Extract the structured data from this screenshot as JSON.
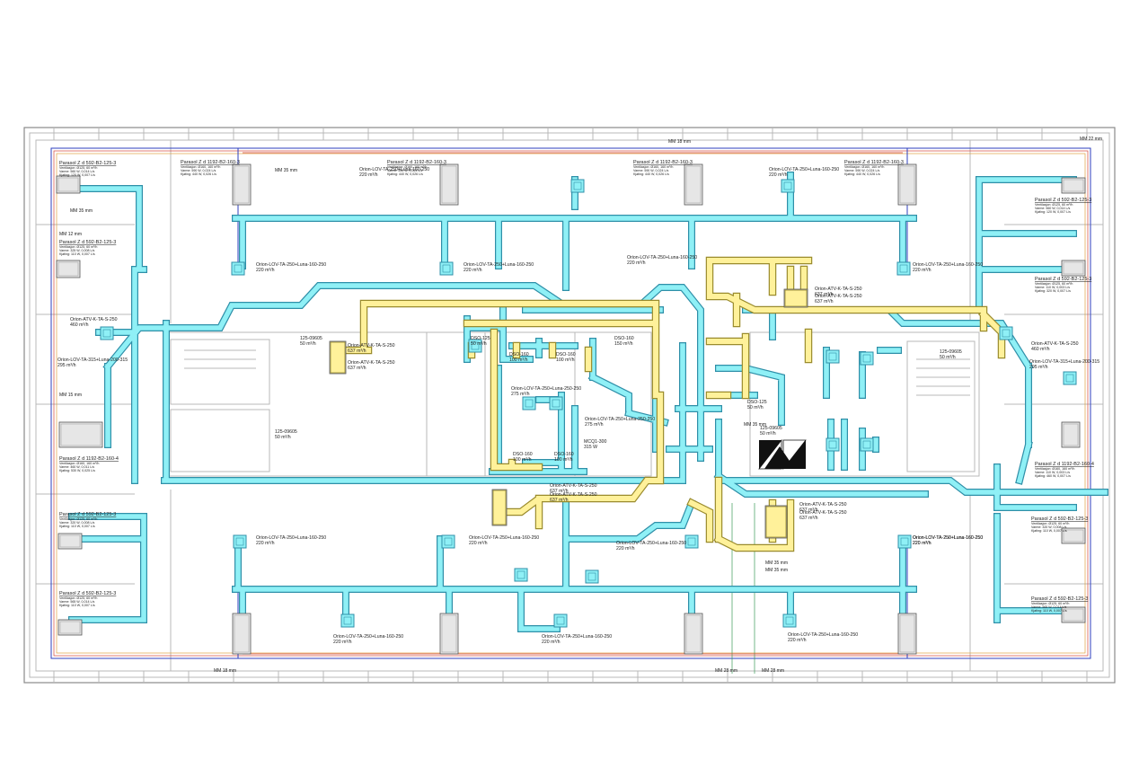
{
  "drawing": {
    "mm_labels": [
      {
        "id": "mm1",
        "text": "MM 18 mm"
      },
      {
        "id": "mm2",
        "text": "MM 22 mm"
      },
      {
        "id": "mm3",
        "text": "MM 35 mm"
      },
      {
        "id": "mm4",
        "text": "MM 35 mm"
      },
      {
        "id": "mm5",
        "text": "MM 12 mm"
      },
      {
        "id": "mm6",
        "text": "MM 15 mm"
      },
      {
        "id": "mm7",
        "text": "MM 35 mm"
      },
      {
        "id": "mm8",
        "text": "MM 35 mm"
      },
      {
        "id": "mm9",
        "text": "MM 18 mm"
      },
      {
        "id": "mm10",
        "text": "MM 28 mm"
      },
      {
        "id": "mm11",
        "text": "MM 28 mm"
      },
      {
        "id": "mm12",
        "text": "MM 35 mm"
      }
    ],
    "units": [
      {
        "id": "u1",
        "title": "Parasol Z d 592-B2-125-3",
        "lines": [
          "Ventilasjon: Ø125, 60 m³/h",
          "Varme: 560 W, 0,014 L/s",
          "Kjøling: 120 W, 0,007 L/s"
        ]
      },
      {
        "id": "u2",
        "title": "Parasol Z d 592-B2-125-3",
        "lines": [
          "Ventilasjon: Ø125, 60 m³/h",
          "Varme: 325 W, 0,008 L/s",
          "Kjøling: 110 W, 0,007 L/s"
        ]
      },
      {
        "id": "u3",
        "title": "Parasol Z d 1192-B2-160-4",
        "lines": [
          "Ventilasjon: Ø160, 160 m³/h",
          "Varme: 460 W, 0,011 L/s",
          "Kjøling: 530 W, 0,025 L/s"
        ]
      },
      {
        "id": "u4",
        "title": "Parasol Z d 592-B2-125-3",
        "lines": [
          "Ventilasjon: Ø125, 60 m³/h",
          "Varme: 320 W, 0,008 L/s",
          "Kjøling: 110 W, 0,007 L/s"
        ]
      },
      {
        "id": "u5",
        "title": "Parasol Z d 592-B2-125-3",
        "lines": [
          "Ventilasjon: Ø125, 60 m³/h",
          "Varme: 565 W, 0,014 L/s",
          "Kjøling: 110 W, 0,007 L/s"
        ]
      },
      {
        "id": "u6",
        "title": "Parasol Z d 1192-B2-160-3",
        "lines": [
          "Ventilasjon: Ø160, 160 m³/h",
          "Varme: 590 W, 0,024 L/s",
          "Kjøling: 440 W, 0,026 L/s"
        ]
      },
      {
        "id": "u7",
        "title": "Parasol Z d 1192-B2-160-3",
        "lines": [
          "Ventilasjon: Ø160, 160 m³/h",
          "Varme: 590 W, 0,024 L/s",
          "Kjøling: 440 W, 0,026 L/s"
        ]
      },
      {
        "id": "u8",
        "title": "Parasol Z d 1192-B2-160-3",
        "lines": [
          "Ventilasjon: Ø160, 160 m³/h",
          "Varme: 590 W, 0,024 L/s",
          "Kjøling: 440 W, 0,026 L/s"
        ]
      },
      {
        "id": "u9",
        "title": "Parasol Z d 1192-B2-160-3",
        "lines": [
          "Ventilasjon: Ø160, 160 m³/h",
          "Varme: 590 W, 0,024 L/s",
          "Kjøling: 440 W, 0,026 L/s"
        ]
      },
      {
        "id": "u10",
        "title": "Parasol Z d 592-B2-125-3",
        "lines": [
          "Ventilasjon: Ø125, 60 m³/h",
          "Varme: 560 W, 0,014 L/s",
          "Kjøling: 120 W, 0,007 L/s"
        ]
      },
      {
        "id": "u11",
        "title": "Parasol Z d 592-B2-125-3",
        "lines": [
          "Ventilasjon: Ø125, 60 m³/h",
          "Varme: 110 W, 0,003 L/s",
          "Kjøling: 320 W, 0,007 L/s"
        ]
      },
      {
        "id": "u12",
        "title": "Parasol Z d 1192-B2-160-4",
        "lines": [
          "Ventilasjon: Ø160, 160 m³/h",
          "Varme: 110 W, 0,003 L/s",
          "Kjøling: 460 W, 0,007 L/s"
        ]
      },
      {
        "id": "u13",
        "title": "Parasol Z d 592-B2-125-3",
        "lines": [
          "Ventilasjon: Ø125, 60 m³/h",
          "Varme: 320 W, 0,008 L/s",
          "Kjøling: 110 W, 0,007 L/s"
        ]
      },
      {
        "id": "u14",
        "title": "Parasol Z d 592-B2-125-3",
        "lines": [
          "Ventilasjon: Ø125, 60 m³/h",
          "Varme: 565 W, 0,014 L/s",
          "Kjøling: 110 W, 0,007 L/s"
        ]
      }
    ],
    "labels": [
      {
        "id": "l1",
        "lines": [
          "Orion-LOV-TA-250+Luna-160-250",
          "220 m³/h"
        ]
      },
      {
        "id": "l2",
        "lines": [
          "Orion-LOV-TA-250+Luna-160-250",
          "220 m³/h"
        ]
      },
      {
        "id": "l3",
        "lines": [
          "Orion-LOV-TA-250+Luna-160-250",
          "220 m³/h"
        ]
      },
      {
        "id": "l4",
        "lines": [
          "Orion-LOV-TA-250+Luna-160-250",
          "220 m³/h"
        ]
      },
      {
        "id": "l5",
        "lines": [
          "Orion-LOV-TA-250+Luna-160-250",
          "220 m³/h"
        ]
      },
      {
        "id": "l6",
        "lines": [
          "Orion-LOV-TA-250+Luna-160-250",
          "220 m³/h"
        ]
      },
      {
        "id": "l7",
        "lines": [
          "Orion-LOV-TA-250+Luna-160-250",
          "220 m³/h"
        ]
      },
      {
        "id": "l8",
        "lines": [
          "Orion-ATV-K-TA-S-250",
          "460 m³/h"
        ]
      },
      {
        "id": "l9",
        "lines": [
          "Orion-LOV-TA-315+Luna-200-315",
          "295 m³/h"
        ]
      },
      {
        "id": "l10",
        "lines": [
          "Orion-ATV-K-TA-S-250",
          "637 m³/h"
        ]
      },
      {
        "id": "l11",
        "lines": [
          "Orion-ATV-K-TA-S-250",
          "637 m³/h"
        ]
      },
      {
        "id": "l12",
        "lines": [
          "125-09605",
          "50 m³/h"
        ]
      },
      {
        "id": "l13",
        "lines": [
          "125-09605",
          "50 m³/h"
        ]
      },
      {
        "id": "l14",
        "lines": [
          "DSO-125",
          "50 m³/h"
        ]
      },
      {
        "id": "l15",
        "lines": [
          "DSO-160",
          "100 m³/h"
        ]
      },
      {
        "id": "l16",
        "lines": [
          "DSO-160",
          "100 m³/h"
        ]
      },
      {
        "id": "l17",
        "lines": [
          "DSO-160",
          "150 m³/h"
        ]
      },
      {
        "id": "l18",
        "lines": [
          "Orion-LOV-TA-250+Luna-250-250",
          "275 m³/h"
        ]
      },
      {
        "id": "l19",
        "lines": [
          "Orion-LOV-TA-250+Luna-250-250",
          "275 m³/h"
        ]
      },
      {
        "id": "l20",
        "lines": [
          "DSO-160",
          "100 m³/h"
        ]
      },
      {
        "id": "l21",
        "lines": [
          "DSO-160",
          "100 m³/h"
        ]
      },
      {
        "id": "l22",
        "lines": [
          "MCQ1-300",
          "315 W"
        ]
      },
      {
        "id": "l23",
        "lines": [
          "Orion-ATV-K-TA-S-250",
          "637 m³/h"
        ]
      },
      {
        "id": "l24",
        "lines": [
          "Orion-ATV-K-TA-S-250",
          "637 m³/h"
        ]
      },
      {
        "id": "l25",
        "lines": [
          "Orion-ATV-K-TA-S-250",
          "637 m³/h"
        ]
      },
      {
        "id": "l26",
        "lines": [
          "Orion-ATV-K-TA-S-250",
          "637 m³/h"
        ]
      },
      {
        "id": "l27",
        "lines": [
          "Orion-ATV-K-TA-S-250",
          "637 m³/h"
        ]
      },
      {
        "id": "l28",
        "lines": [
          "Orion-ATV-K-TA-S-250",
          "637 m³/h"
        ]
      },
      {
        "id": "l29",
        "lines": [
          "Orion-LOV-TA-250+Luna-160-250",
          "220 m³/h"
        ]
      },
      {
        "id": "l30",
        "lines": [
          "Orion-LOV-TA-250+Luna-160-250",
          "220 m³/h"
        ]
      },
      {
        "id": "l31",
        "lines": [
          "Orion-LOV-TA-250+Luna-160-250",
          "220 m³/h"
        ]
      },
      {
        "id": "l32",
        "lines": [
          "Orion-LOV-TA-250+Luna-160-250",
          "220 m³/h"
        ]
      },
      {
        "id": "l33",
        "lines": [
          "Orion-LOV-TA-250+Luna-160-250",
          "220 m³/h"
        ]
      },
      {
        "id": "l34",
        "lines": [
          "Orion-LOV-TA-250+Luna-160-250",
          "220 m³/h"
        ]
      },
      {
        "id": "l35",
        "lines": [
          "Orion-LOV-TA-250+Luna-160-250",
          "220 m³/h"
        ]
      },
      {
        "id": "l36",
        "lines": [
          "Orion-ATV-K-TA-S-250",
          "460 m³/h"
        ]
      },
      {
        "id": "l37",
        "lines": [
          "Orion-LOV-TA-315+Luna-200-315",
          "295 m³/h"
        ]
      },
      {
        "id": "l38",
        "lines": [
          "125-09605",
          "50 m³/h"
        ]
      },
      {
        "id": "l39",
        "lines": [
          "DSO-125",
          "50 m³/h"
        ]
      },
      {
        "id": "l40",
        "lines": [
          "125-09605",
          "50 m³/h"
        ]
      }
    ],
    "colors": {
      "supply_fill": "#8ff0f6",
      "supply_edge": "#2f8fa8",
      "exhaust_fill": "#fff19a",
      "exhaust_edge": "#9a8b2c",
      "pipe_blue": "#2c3fbf",
      "pipe_red": "#d4463a",
      "wall": "#b9b9b9"
    },
    "icons": [
      "logo-mark-icon"
    ]
  }
}
